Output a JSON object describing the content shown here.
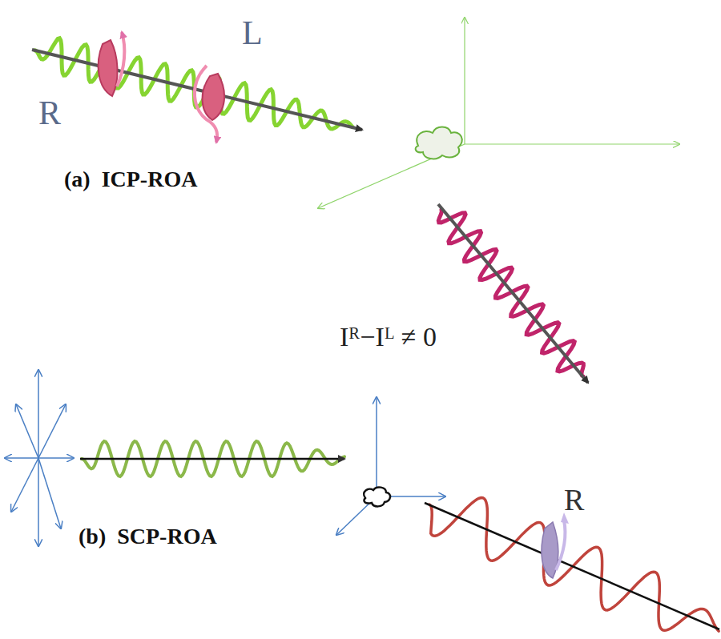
{
  "diagram": {
    "labels": [
      "R",
      "L",
      "(a)  ICP-ROA",
      "Iᴿ−Iᴸ ≠ 0",
      "(b)  SCP-ROA",
      "R"
    ]
  }
}
